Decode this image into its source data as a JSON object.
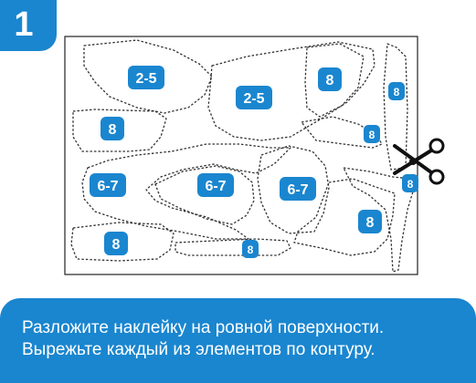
{
  "step": {
    "number": "1"
  },
  "pieces": [
    {
      "id": "p-2-5-a",
      "label": "2-5"
    },
    {
      "id": "p-2-5-b",
      "label": "2-5"
    },
    {
      "id": "p-8-a",
      "label": "8"
    },
    {
      "id": "p-8-b",
      "label": "8"
    },
    {
      "id": "p-8-c",
      "label": "8"
    },
    {
      "id": "p-8-d",
      "label": "8"
    },
    {
      "id": "p-6-7-a",
      "label": "6-7"
    },
    {
      "id": "p-6-7-b",
      "label": "6-7"
    },
    {
      "id": "p-6-7-c",
      "label": "6-7"
    },
    {
      "id": "p-8-e",
      "label": "8"
    },
    {
      "id": "p-8-f",
      "label": "8"
    },
    {
      "id": "p-8-g",
      "label": "8"
    },
    {
      "id": "p-8-h",
      "label": "8"
    }
  ],
  "colors": {
    "accent": "#1a86cf",
    "outline": "#333333",
    "scissors": "#111111"
  },
  "icons": {
    "tool": "scissors-icon"
  },
  "caption": {
    "line1": "Разложите наклейку на ровной поверхности.",
    "line2": "Вырежьте каждый из элементов по контуру."
  }
}
